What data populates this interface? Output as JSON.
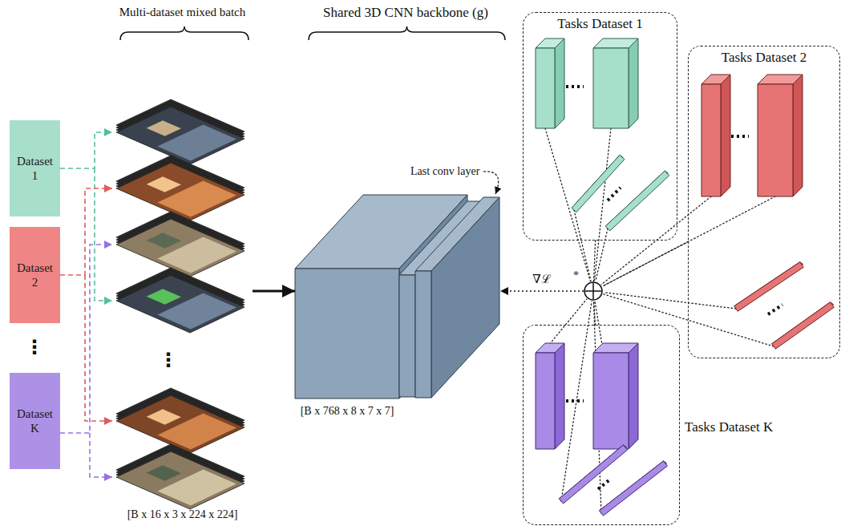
{
  "diagram": {
    "nodes": [
      {
        "text": [
          "Dataset 1"
        ]
      },
      {
        "text": [
          "Dataset 2"
        ]
      },
      {
        "text": [
          "Dataset K"
        ]
      },
      {
        "text": [
          "Multi-dataset mixed batch",
          "[B x 16 x 3 x 224 x 224]"
        ]
      },
      {
        "text": [
          "Shared 3D CNN backbone (g)",
          "[B x 768 x 8 x 7 x 7]"
        ]
      },
      {
        "text": [
          "Tasks Dataset 1"
        ]
      },
      {
        "text": [
          "Tasks Dataset 2"
        ]
      },
      {
        "text": [
          "*"
        ]
      },
      {
        "text": [
          "Tasks Dataset K"
        ]
      }
    ],
    "edges": [
      {
        "from": 0,
        "to": 3,
        "arrow": "to"
      },
      {
        "from": 1,
        "to": 3,
        "arrow": "to"
      },
      {
        "from": 2,
        "to": 3,
        "arrow": "to"
      },
      {
        "from": 3,
        "to": 4,
        "arrow": "to"
      },
      {
        "from": 7,
        "to": 4,
        "label": "∇ℒ",
        "arrow": "to"
      },
      {
        "from": 5,
        "to": 7,
        "arrow": "none"
      },
      {
        "from": 6,
        "to": 7,
        "arrow": "none"
      },
      {
        "from": 8,
        "to": 7,
        "arrow": "none"
      }
    ],
    "labels": [
      "⋮",
      "⋮",
      "Last conv layer"
    ]
  }
}
